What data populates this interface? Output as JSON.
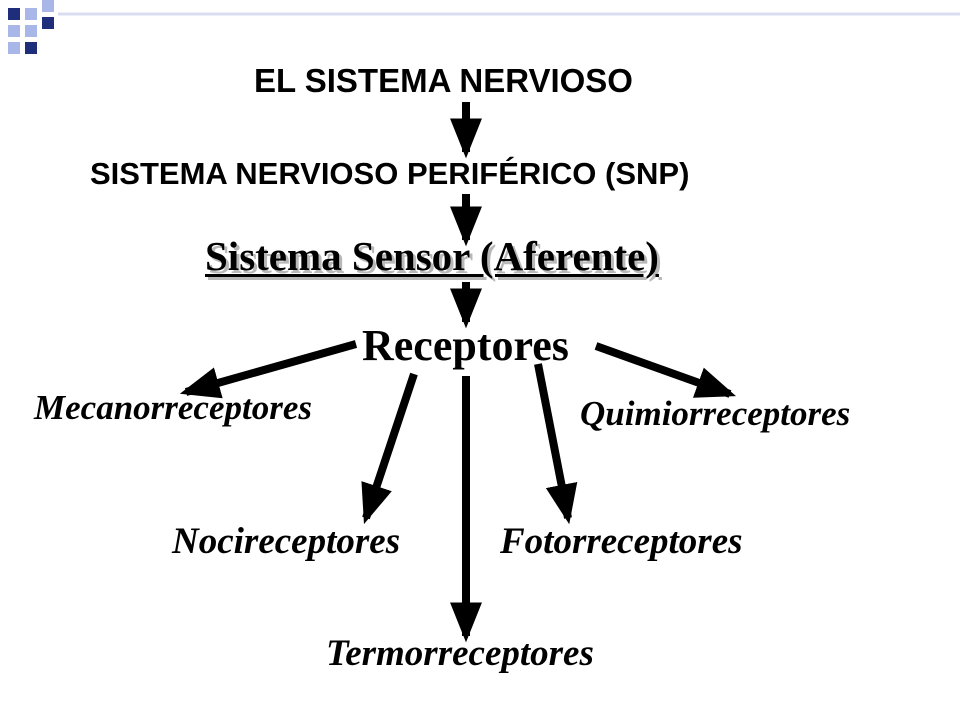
{
  "slide": {
    "title": "EL SISTEMA NERVIOSO",
    "subtitle": "SISTEMA NERVIOSO PERIFÉRICO (SNP)",
    "section": "Sistema Sensor (Aferente)",
    "hub": "Receptores",
    "receptors": {
      "mecano": "Mecanorreceptores",
      "quimio": "Quimiorreceptores",
      "noci": "Nocireceptores",
      "foto": "Fotorreceptores",
      "termo": "Termorreceptores"
    }
  },
  "colors": {
    "background": "#ffffff",
    "text": "#000000",
    "deco_navy": "#1f2e7a",
    "deco_periwinkle": "#a9b6e8"
  }
}
